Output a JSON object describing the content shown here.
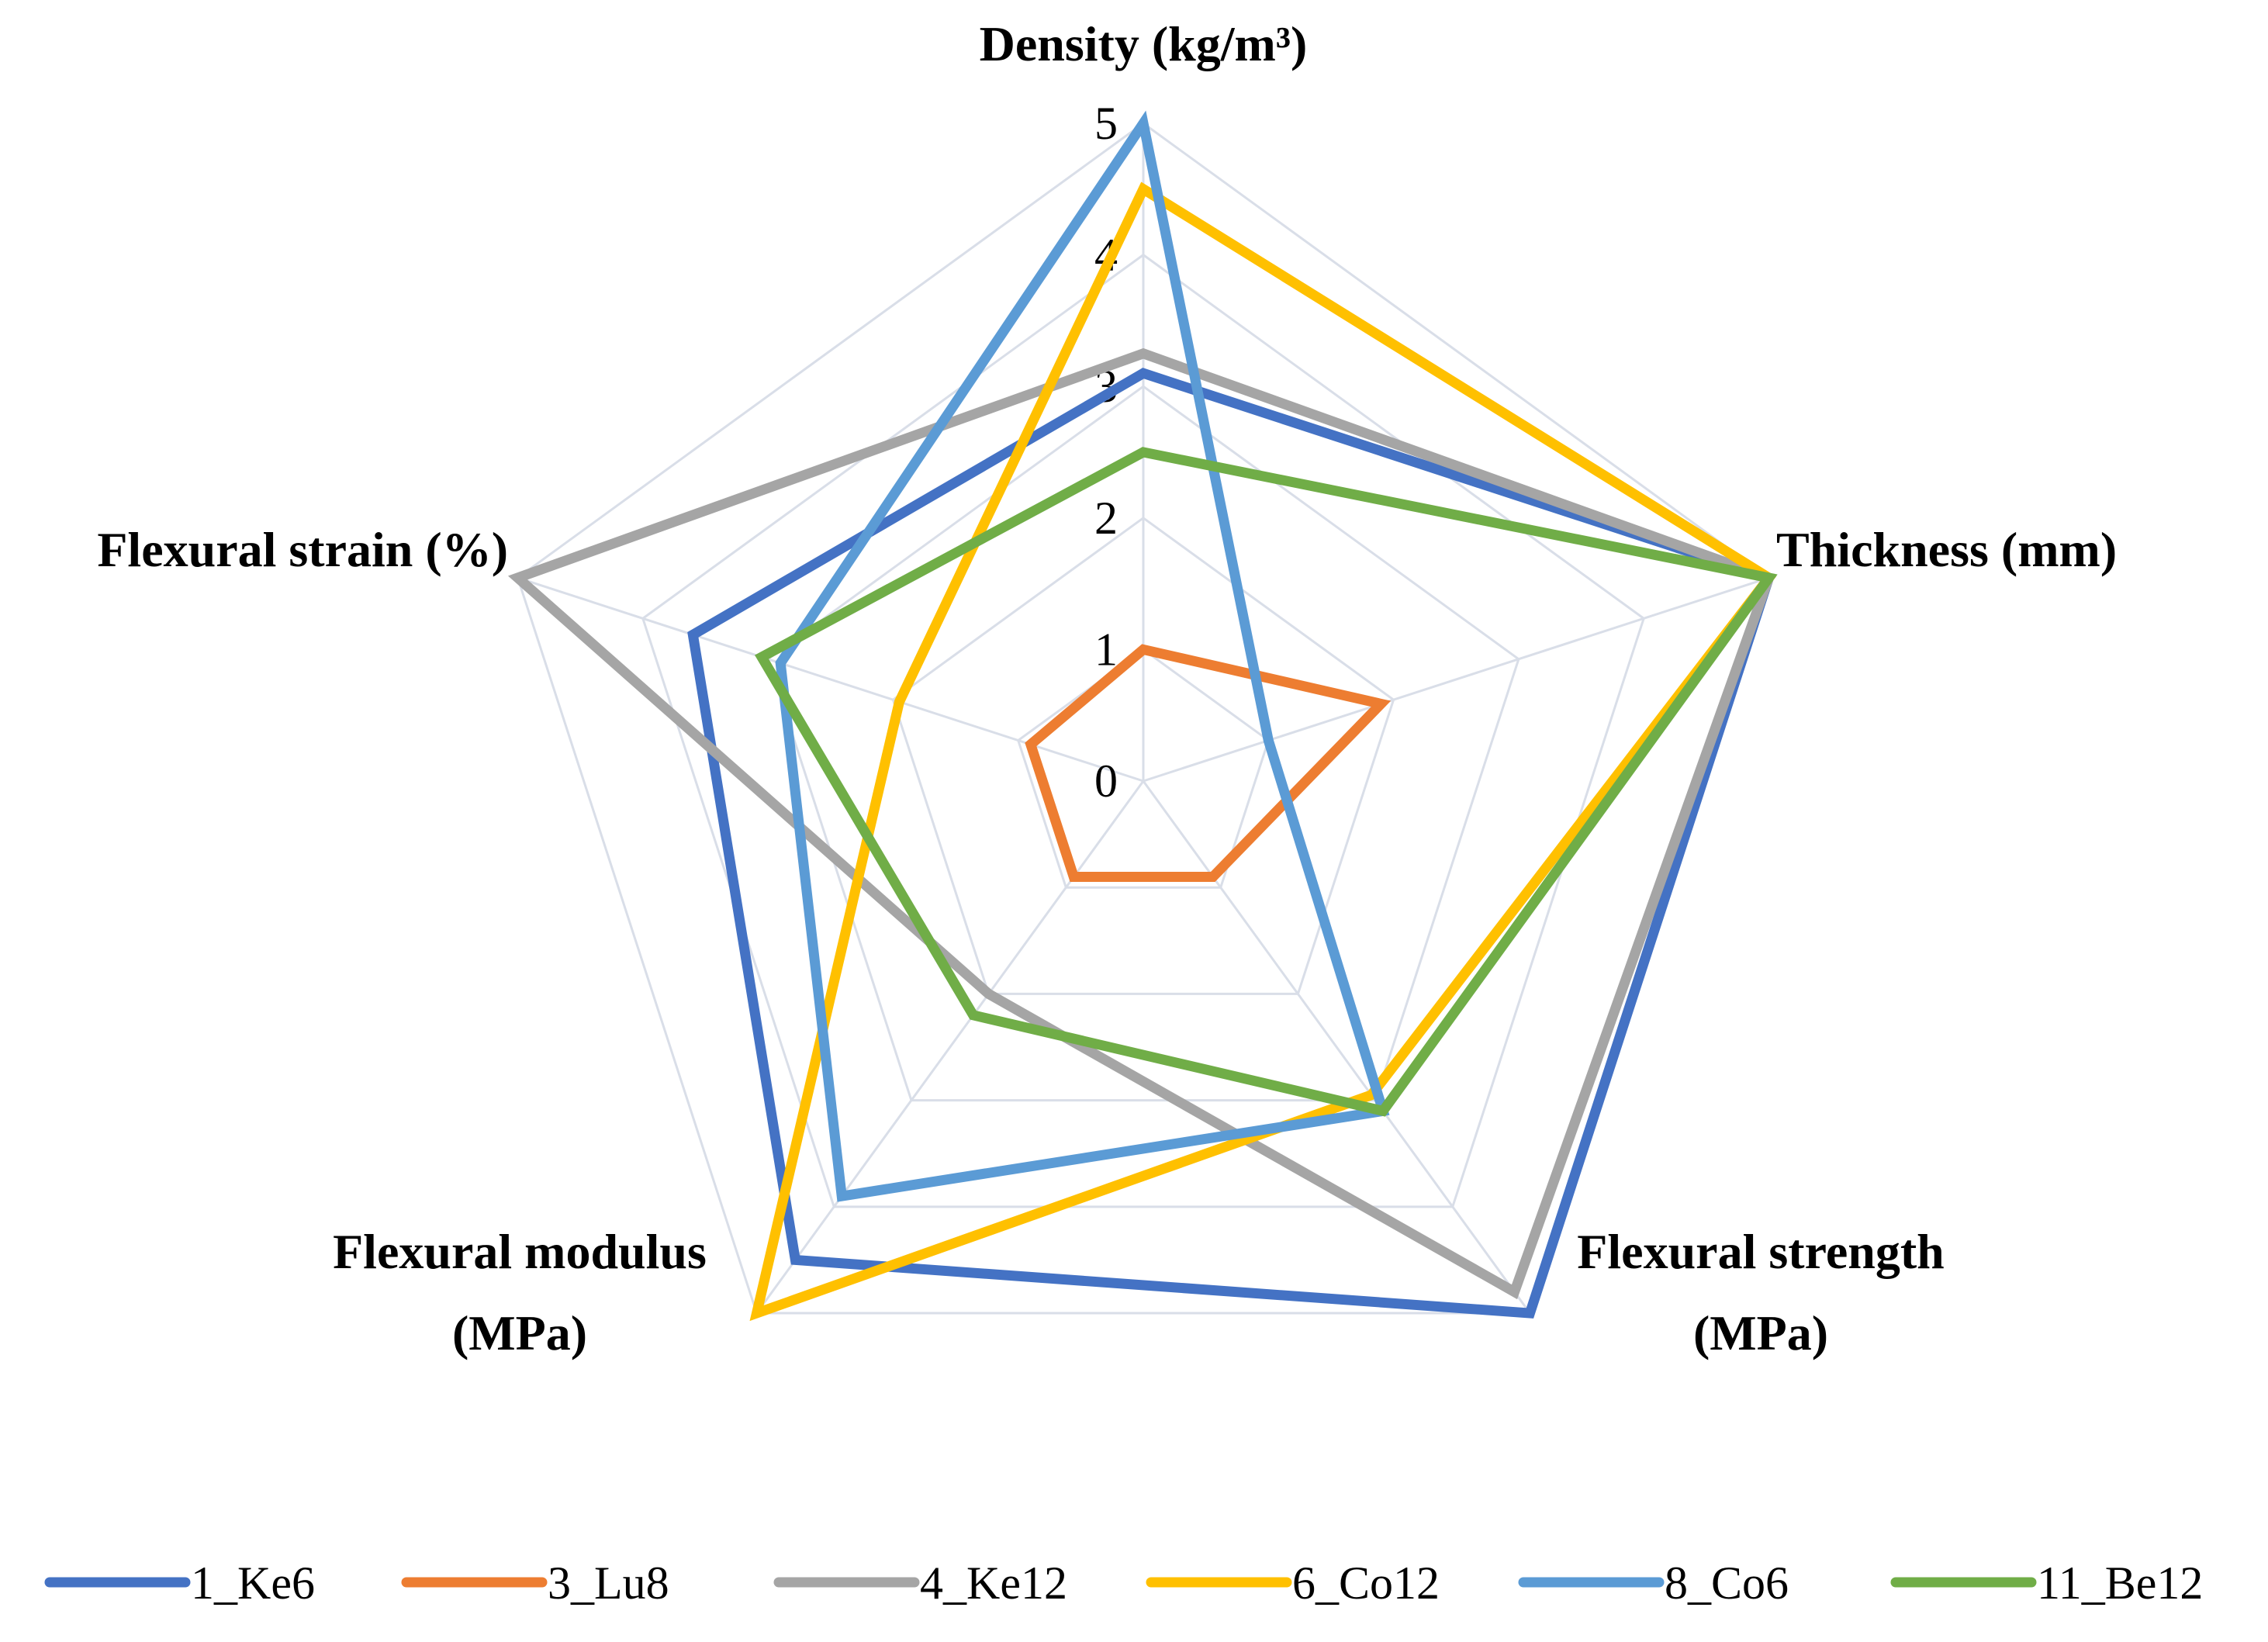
{
  "chart_data": {
    "type": "radar",
    "axes": [
      {
        "label": "Density (kg/m³)"
      },
      {
        "label": "Thickness (mm)"
      },
      {
        "label": "Flexural strength",
        "label2": "(MPa)"
      },
      {
        "label": "Flexural modulus",
        "label2": "(MPa)"
      },
      {
        "label": "Flexural strain (%)"
      }
    ],
    "ticks": [
      "0",
      "1",
      "2",
      "3",
      "4",
      "5"
    ],
    "range": [
      0,
      5
    ],
    "grid": true,
    "legend_position": "bottom",
    "series": [
      {
        "name": "1_Ke6",
        "color": "#4472C4",
        "values": [
          3.1,
          5.0,
          5.0,
          4.5,
          3.6
        ]
      },
      {
        "name": "3_Lu8",
        "color": "#ED7D31",
        "values": [
          1.0,
          1.9,
          0.9,
          0.9,
          0.9
        ]
      },
      {
        "name": "4_Ke12",
        "color": "#A5A5A5",
        "values": [
          3.25,
          5.0,
          4.8,
          2.0,
          5.0
        ]
      },
      {
        "name": "6_Co12",
        "color": "#FFC000",
        "values": [
          4.5,
          5.0,
          2.95,
          5.0,
          1.95
        ]
      },
      {
        "name": "8_Co6",
        "color": "#5B9BD5",
        "values": [
          5.0,
          1.0,
          3.1,
          3.9,
          2.9
        ]
      },
      {
        "name": "11_Be12",
        "color": "#70AD47",
        "values": [
          2.5,
          5.0,
          3.1,
          2.2,
          3.05
        ]
      }
    ]
  }
}
